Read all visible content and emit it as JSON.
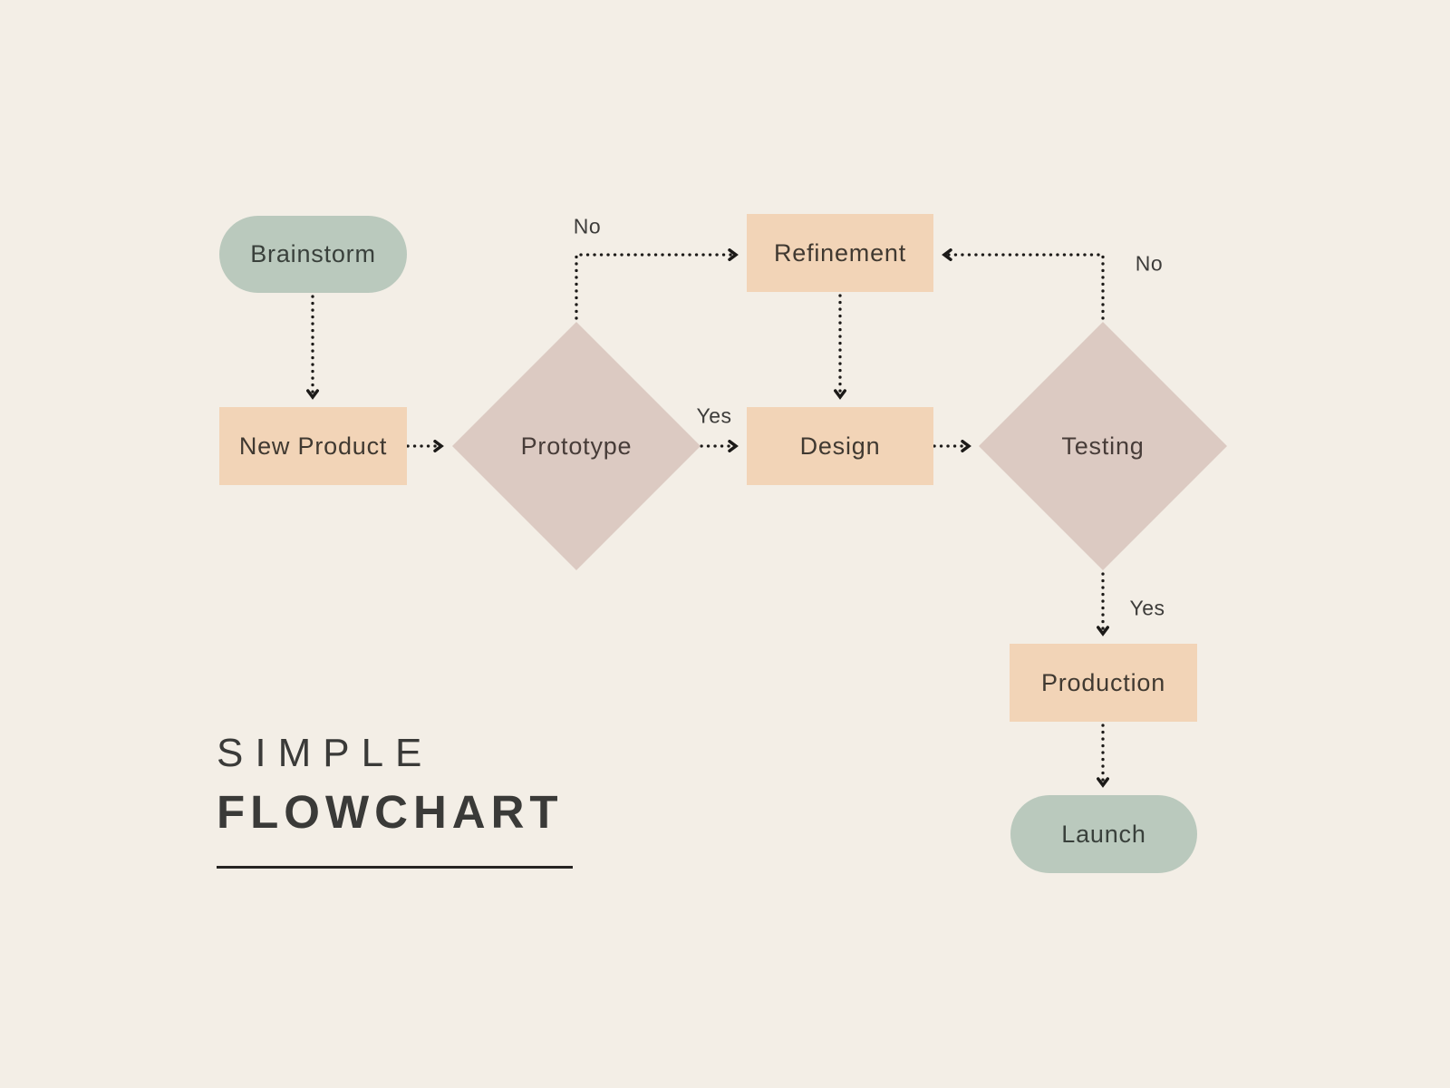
{
  "title": {
    "line1": "SIMPLE",
    "line2": "FLOWCHART"
  },
  "nodes": {
    "brainstorm": {
      "label": "Brainstorm",
      "shape": "pill"
    },
    "new_product": {
      "label": "New Product",
      "shape": "rectangle"
    },
    "prototype": {
      "label": "Prototype",
      "shape": "diamond"
    },
    "refinement": {
      "label": "Refinement",
      "shape": "rectangle"
    },
    "design": {
      "label": "Design",
      "shape": "rectangle"
    },
    "testing": {
      "label": "Testing",
      "shape": "diamond"
    },
    "production": {
      "label": "Production",
      "shape": "rectangle"
    },
    "launch": {
      "label": "Launch",
      "shape": "pill"
    }
  },
  "edges": [
    {
      "from": "brainstorm",
      "to": "new_product",
      "label": ""
    },
    {
      "from": "new_product",
      "to": "prototype",
      "label": ""
    },
    {
      "from": "prototype",
      "to": "refinement",
      "label": "No"
    },
    {
      "from": "prototype",
      "to": "design",
      "label": "Yes"
    },
    {
      "from": "refinement",
      "to": "design",
      "label": ""
    },
    {
      "from": "design",
      "to": "testing",
      "label": ""
    },
    {
      "from": "testing",
      "to": "refinement",
      "label": "No"
    },
    {
      "from": "testing",
      "to": "production",
      "label": "Yes"
    },
    {
      "from": "production",
      "to": "launch",
      "label": ""
    }
  ],
  "colors": {
    "background": "#f3eee6",
    "pill_green": "#bac9bd",
    "box_peach": "#f2d4b7",
    "diamond_rose": "#dccac2",
    "line_ink": "#1c1a18",
    "node_text": "#403931",
    "title_text": "#3a3a38"
  }
}
